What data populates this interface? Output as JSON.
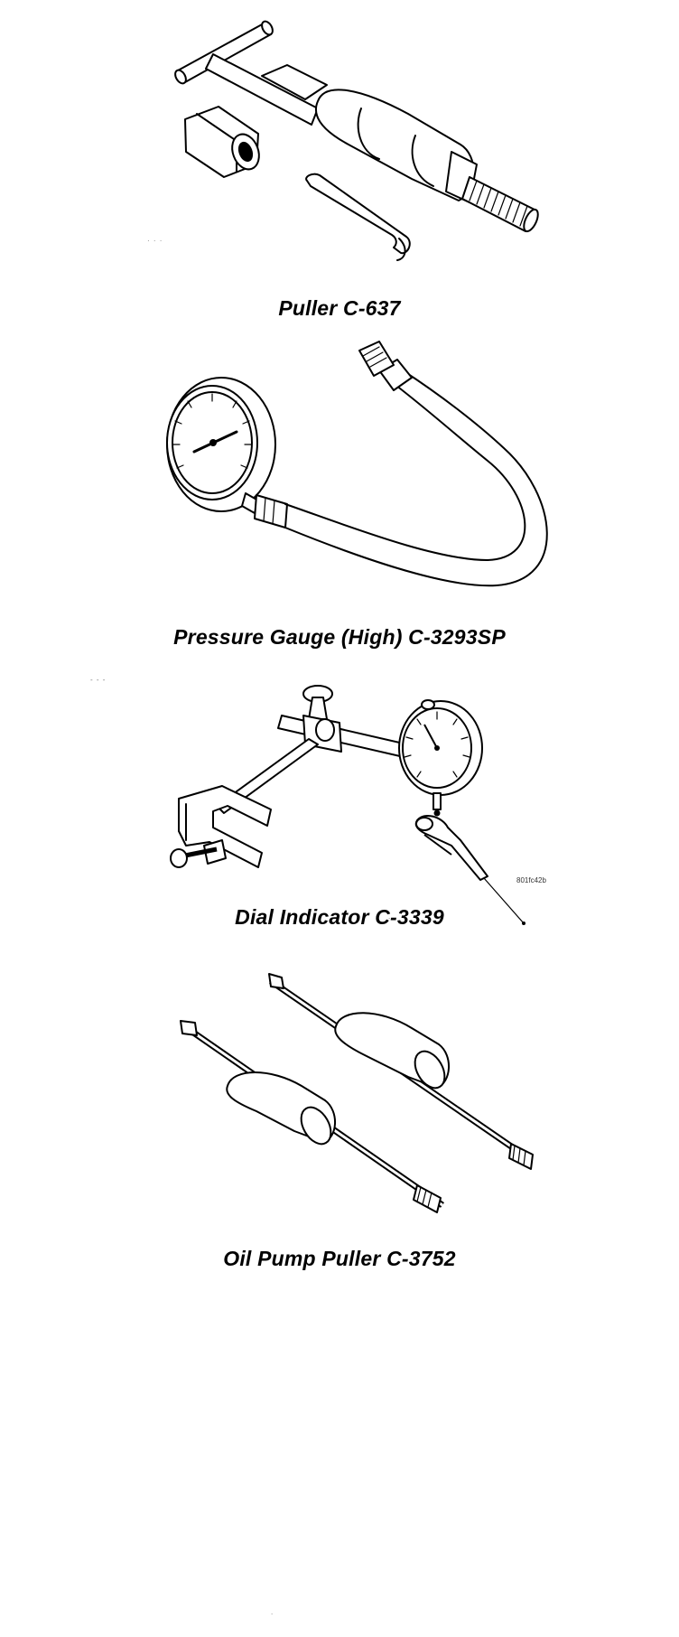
{
  "figures": [
    {
      "caption": "Puller C-637",
      "icon": "puller-illustration"
    },
    {
      "caption": "Pressure Gauge (High) C-3293SP",
      "icon": "pressure-gauge-illustration"
    },
    {
      "caption": "Dial Indicator C-3339",
      "icon": "dial-indicator-illustration",
      "figure_code": "801fc42b"
    },
    {
      "caption": "Oil Pump Puller C-3752",
      "icon": "oil-pump-puller-illustration"
    }
  ]
}
